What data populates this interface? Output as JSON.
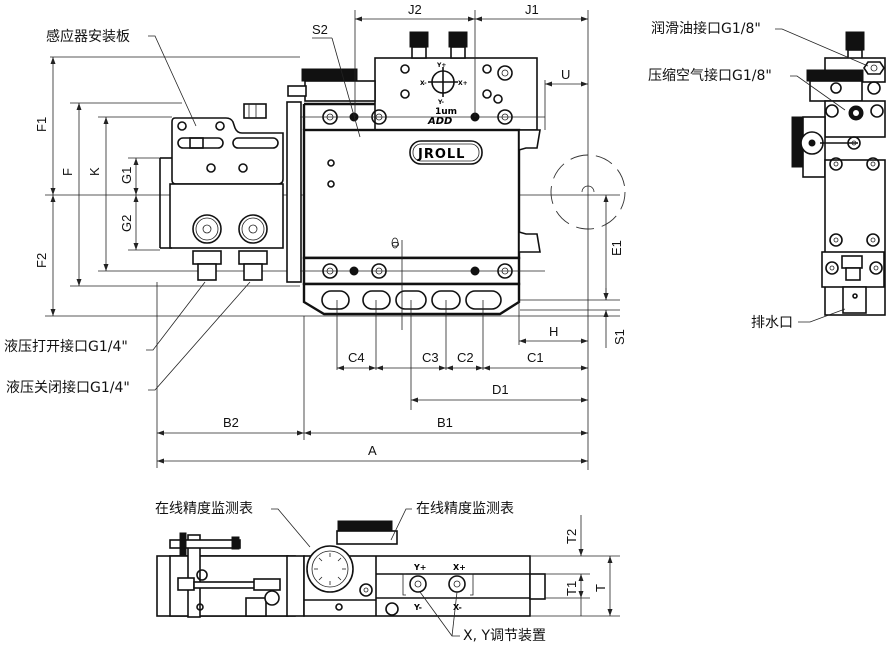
{
  "drawing": {
    "callouts": {
      "sensor_plate": "感应器安装板",
      "lube_port": "润滑油接口G1/8\"",
      "air_port": "压缩空气接口G1/8\"",
      "hyd_open": "液压打开接口G1/4\"",
      "hyd_close": "液压关闭接口G1/4\"",
      "drain": "排水口",
      "gauge_left": "在线精度监测表",
      "gauge_right": "在线精度监测表",
      "xy_adjust": "X, Y调节装置"
    },
    "dimensions": {
      "F1": "F1",
      "F": "F",
      "K": "K",
      "G1": "G1",
      "G2": "G2",
      "F2": "F2",
      "S2": "S2",
      "J2": "J2",
      "J1": "J1",
      "U": "U",
      "E1": "E1",
      "S1": "S1",
      "H": "H",
      "C4": "C4",
      "C3": "C3",
      "C2": "C2",
      "C1": "C1",
      "D1": "D1",
      "B2": "B2",
      "B1": "B1",
      "A": "A",
      "T2": "T2",
      "T1": "T1",
      "T": "T",
      "O": "0"
    },
    "markings": {
      "brand": "JROLL",
      "adj_label": "ADD",
      "unit": "1um",
      "y_plus": "Y+",
      "y_minus": "Y-",
      "x_plus": "X+",
      "x_minus": "X-"
    }
  }
}
